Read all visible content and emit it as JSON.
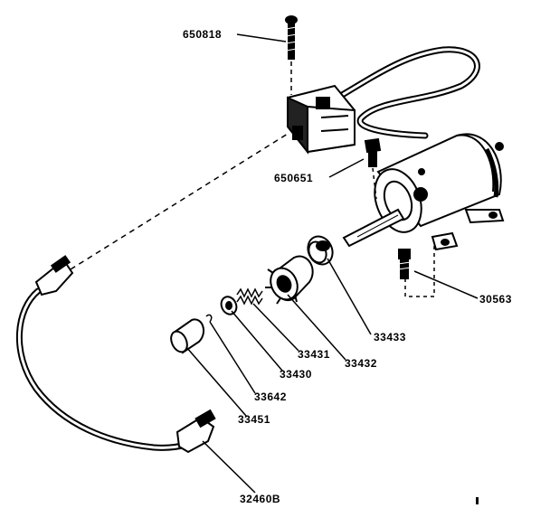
{
  "parts": [
    {
      "id": "screw",
      "label": "650818"
    },
    {
      "id": "bolt",
      "label": "650651"
    },
    {
      "id": "stud",
      "label": "30563"
    },
    {
      "id": "disc",
      "label": "33433"
    },
    {
      "id": "spring",
      "label": "33431"
    },
    {
      "id": "gear",
      "label": "33432"
    },
    {
      "id": "washer",
      "label": "33430"
    },
    {
      "id": "clip",
      "label": "33642"
    },
    {
      "id": "cap",
      "label": "33451"
    },
    {
      "id": "cord",
      "label": "32460B"
    }
  ],
  "colors": {
    "ink": "#000000",
    "paper": "#ffffff"
  }
}
